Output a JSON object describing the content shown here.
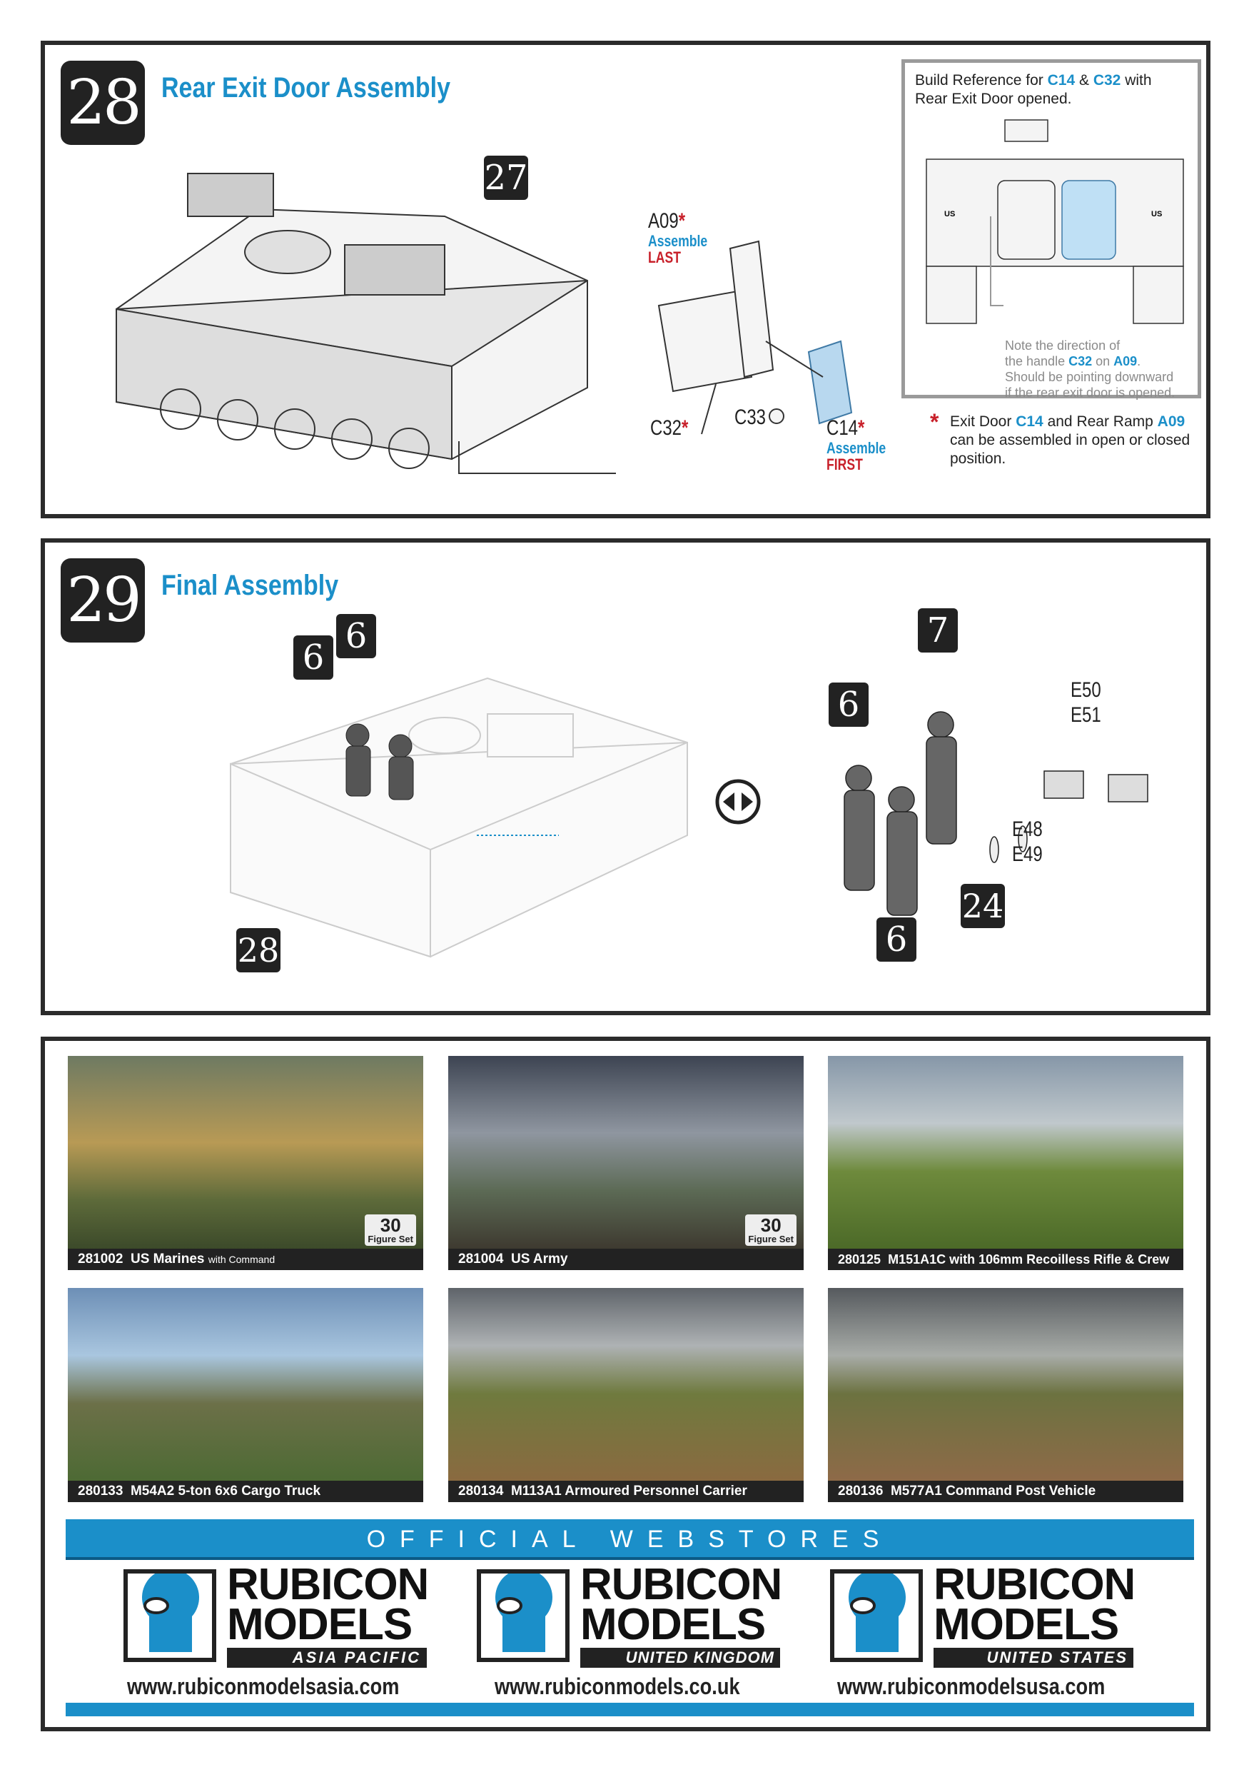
{
  "step28": {
    "number": "28",
    "title": "Rear Exit Door Assembly",
    "ref_step": "27",
    "parts": {
      "a09": "A09",
      "a09_star": "*",
      "a09_note1": "Assemble",
      "a09_note2": "LAST",
      "c32": "C32",
      "c32_star": "*",
      "c33": "C33",
      "c14": "C14",
      "c14_star": "*",
      "c14_note1": "Assemble",
      "c14_note2": "FIRST"
    },
    "reference": {
      "line1a": "Build Reference for ",
      "c14": "C14",
      "amp": " & ",
      "c32": "C32",
      "line1b": " with",
      "line2": "Rear Exit Door opened.",
      "note_a": "Note the direction of",
      "note_b1": "the handle ",
      "note_c32": "C32",
      "note_on": " on ",
      "note_a09": "A09",
      "note_dot": ".",
      "note_c": "Should be pointing downward",
      "note_d": "if the rear exit door is opened.",
      "us1": "US",
      "us2": "US"
    },
    "footnote": {
      "star": "*",
      "a": "Exit Door ",
      "c14": "C14",
      "b": " and Rear Ramp ",
      "a09": "A09",
      "c": " can be assembled in open or closed position."
    }
  },
  "step29": {
    "number": "29",
    "title": "Final Assembly",
    "tags": [
      "6",
      "6",
      "28",
      "7",
      "6",
      "24",
      "6"
    ],
    "parts": [
      "E50",
      "E51",
      "E48",
      "E49"
    ]
  },
  "products": [
    {
      "code": "281002",
      "name": "US Marines",
      "suffix": "with Command",
      "badge_num": "30",
      "badge_txt": "Figure Set"
    },
    {
      "code": "281004",
      "name": "US Army",
      "suffix": "",
      "badge_num": "30",
      "badge_txt": "Figure Set"
    },
    {
      "code": "280125",
      "name": "M151A1C with 106mm Recoilless Rifle & Crew",
      "suffix": ""
    },
    {
      "code": "280133",
      "name": "M54A2 5-ton 6x6 Cargo Truck",
      "suffix": ""
    },
    {
      "code": "280134",
      "name": "M113A1 Armoured Personnel Carrier",
      "suffix": ""
    },
    {
      "code": "280136",
      "name": "M577A1 Command Post Vehicle",
      "suffix": ""
    }
  ],
  "webstores": {
    "heading": "OFFICIAL WEBSTORES",
    "stores": [
      {
        "line1": "RUBICON",
        "line2": "MODELS",
        "region": "ASIA PACIFIC",
        "url": "www.rubiconmodelsasia.com"
      },
      {
        "line1": "RUBICON",
        "line2": "MODELS",
        "region": "UNITED KINGDOM",
        "url": "www.rubiconmodels.co.uk"
      },
      {
        "line1": "RUBICON",
        "line2": "MODELS",
        "region": "UNITED STATES",
        "url": "www.rubiconmodelsusa.com"
      }
    ]
  },
  "colors": {
    "accent": "#1b8fc9",
    "warning": "#c8202a",
    "frame": "#2b2b2b"
  }
}
